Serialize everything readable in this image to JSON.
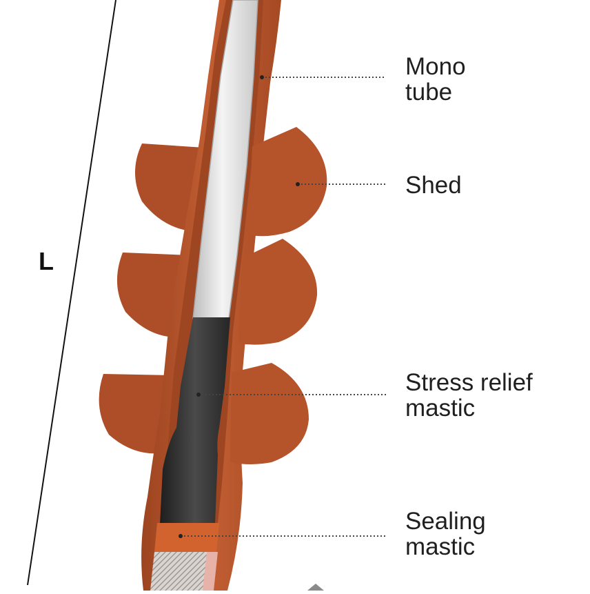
{
  "dimension": {
    "label": "L"
  },
  "callouts": [
    {
      "id": "mono-tube",
      "lines": [
        "Mono",
        "tube"
      ]
    },
    {
      "id": "shed",
      "lines": [
        "Shed"
      ]
    },
    {
      "id": "stress-relief-mastic",
      "lines": [
        "Stress relief",
        "mastic"
      ]
    },
    {
      "id": "sealing-mastic",
      "lines": [
        "Sealing",
        "mastic"
      ]
    }
  ],
  "colors": {
    "rubber": "#b5532a",
    "rubber_dark": "#8f3c1c",
    "tube": "#e3e3e3",
    "mastic": "#2b2b2b",
    "conductor": "#c9c4c0",
    "leader": "#444444"
  }
}
